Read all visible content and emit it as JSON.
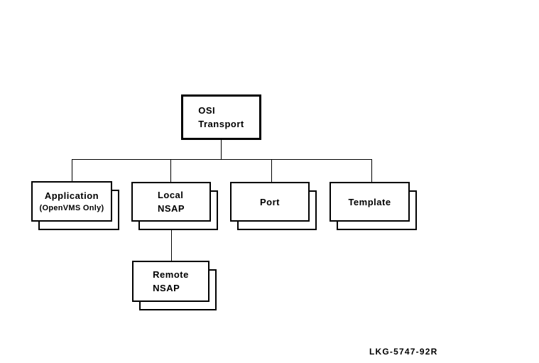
{
  "root": {
    "line1": "OSI",
    "line2": "Transport"
  },
  "children": {
    "application": {
      "line1": "Application",
      "line2": "(OpenVMS Only)"
    },
    "local_nsap": {
      "line1": "Local",
      "line2": "NSAP"
    },
    "port": {
      "line1": "Port"
    },
    "template": {
      "line1": "Template"
    },
    "remote_nsap": {
      "line1": "Remote",
      "line2": "NSAP"
    }
  },
  "caption": "LKG-5747-92R",
  "colors": {
    "line": "#000000",
    "background": "#ffffff"
  }
}
